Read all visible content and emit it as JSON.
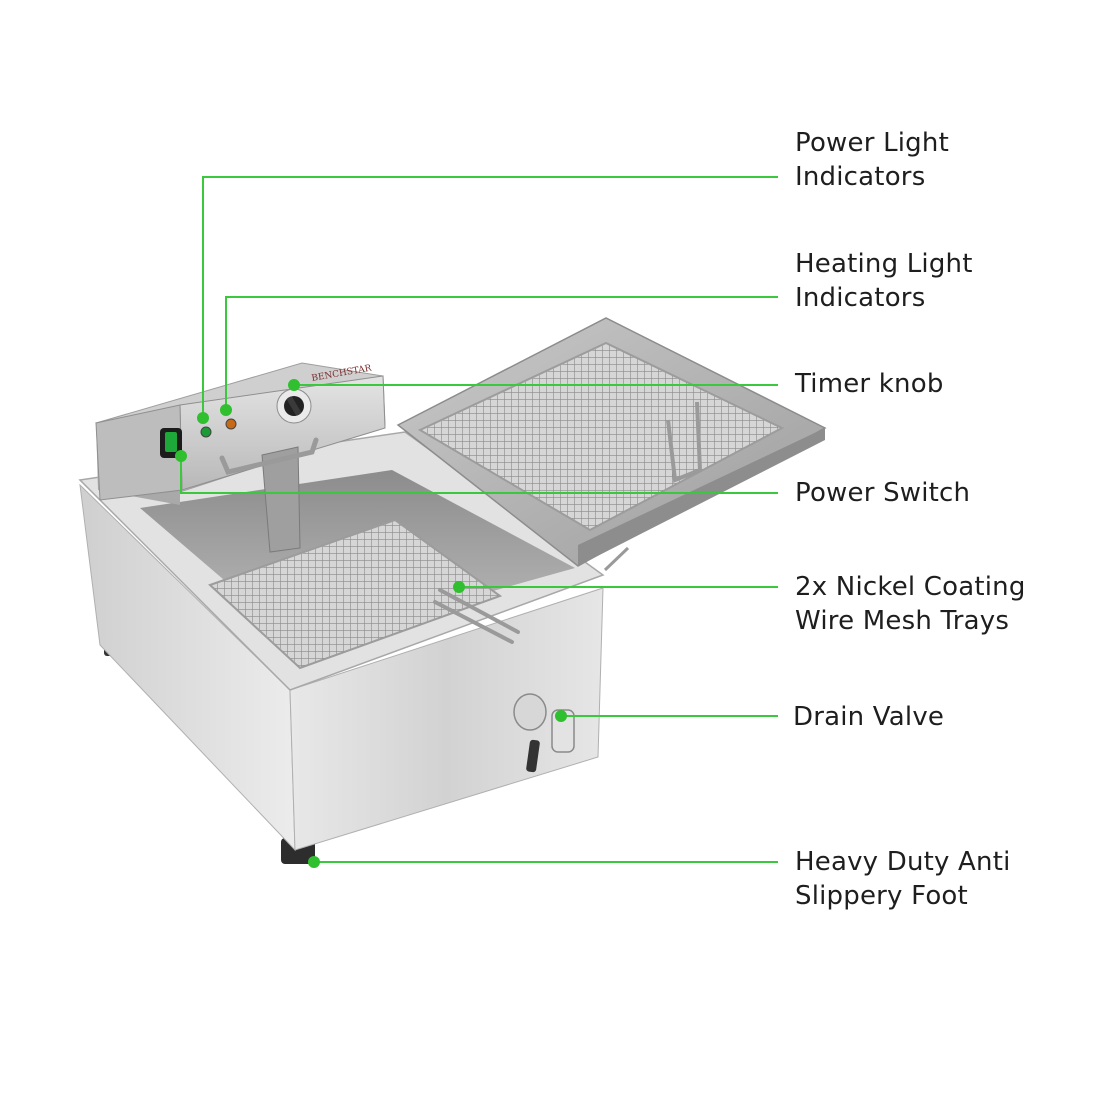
{
  "brand_text": "BENCHSTAR",
  "colors": {
    "callout_line": "#3cc83c",
    "callout_dot": "#2fbf2f",
    "label_text": "#1e1e1e",
    "body_steel": "#d9d9d9"
  },
  "callouts": [
    {
      "id": "power-light",
      "lines": [
        "Power Light",
        "Indicators"
      ]
    },
    {
      "id": "heating-light",
      "lines": [
        "Heating Light",
        "Indicators"
      ]
    },
    {
      "id": "timer-knob",
      "lines": [
        "Timer knob"
      ]
    },
    {
      "id": "power-switch",
      "lines": [
        "Power Switch"
      ]
    },
    {
      "id": "mesh-trays",
      "lines": [
        "2x Nickel Coating",
        "Wire Mesh Trays"
      ]
    },
    {
      "id": "drain-valve",
      "lines": [
        "Drain Valve"
      ]
    },
    {
      "id": "foot",
      "lines": [
        "Heavy Duty Anti",
        "Slippery Foot"
      ]
    }
  ]
}
